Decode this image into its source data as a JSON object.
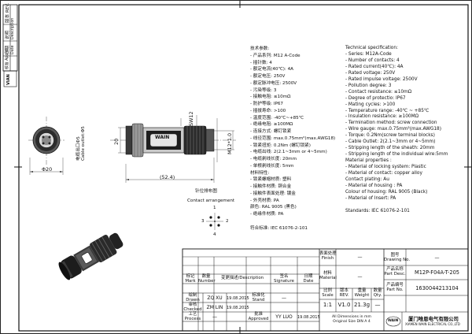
{
  "revision_strip": {
    "rev_cn": "版本",
    "rev_en": "REV.",
    "desc_cn": "说明",
    "desc_en": "Description",
    "date_cn": "日期",
    "date_en": "Date",
    "app_cn": "核准",
    "app_en": "App'd",
    "logo_text": "VIAN"
  },
  "drawing": {
    "cable_outlet_cn": "电缆出口Ф5",
    "cable_outlet_en": "Cable outlet:Φ5",
    "dim_diameter": "Φ20",
    "dim_length": "(52.4)",
    "dim_sw": "SW12",
    "dim_thread": "M12*1.0",
    "dim_20": "20",
    "brand_mark": "WAIN",
    "contact_cn": "针位排布图",
    "contact_en": "Contact arrangement",
    "pins": [
      "1",
      "2",
      "3",
      "4"
    ]
  },
  "spec_cn": [
    "技术参数:",
    "- 产品系列: M12 A-Code",
    "- 插针数: 4",
    "- 额定电流(40℃): 4A",
    "- 额定电压: 250V",
    "- 额定脉冲电压: 2500V",
    "- 污染等级: 3",
    "- 接触电阻: ≤10mΩ",
    "- 防护等级: IP67",
    "- 插拔寿命: >100",
    "- 温度范围: -40℃~+85℃",
    "- 绝缘电阻: ≥100MΩ",
    "- 连接方式: 螺钉锁紧",
    "- 线径范围: max.0.75mm²(max.AWG18)",
    "- 锁紧扭矩: 0.2Nm (螺钉锁紧)",
    "- 电缆出线: 2(2.1~3mm or 4~5mm)",
    "- 电缆剥线长度: 20mm",
    "- 单根剥线长度: 5mm",
    "材料特性:",
    "- 锁紧螺帽材质: 塑料",
    "- 接触件材质: 铜合金",
    "- 接触件表面处理: 镀金",
    "- 外壳材质: PA",
    "  颜色: RAL 9005 (黑色)",
    "- 绝缘件材质: PA",
    "",
    "符合标准: IEC 61076-2-101"
  ],
  "spec_en": [
    "Technical specification:",
    "- Series: M12A-Code",
    "- Number of contacts:  4",
    "- Rated current(40℃):   4A",
    "- Rated voltage:            250V",
    "- Rated impulse voltage: 2500V",
    "- Pollution degree: 3",
    "- Contact resistance: ≤10mΩ",
    "- Degree of protectio: IP67",
    "- Mating cycles: >100",
    "- Temperature range: -40℃ ~ +85℃",
    "- Insulation resistance: ≥100MΩ",
    "- Termination method: screw connection",
    "- Wire gauge: max.0.75mm²(max.AWG18)",
    "- Torque: 0.2Nm(screw terminal blocks)",
    "- Cable Outlet: 2(2.1~3mm or 4~5mm)",
    "- Stripping length of the sheath: 20mm",
    "- Stripping length of the individual wire:5mm",
    "Material properties :",
    "- Material of locking system: Plastic",
    "- Material of contact: copper alloy",
    "  Contact plating: Au",
    "- Material of housing : PA",
    "  Colour of housing: RAL 9005 (Black)",
    "- Material of Insert: PA",
    "",
    "Standards: IEC 61076-2-101"
  ],
  "title_block": {
    "finish_cn": "表面处理",
    "finish_en": "Finish",
    "finish_val": "—",
    "material_cn": "材料",
    "material_en": "Material",
    "material_val": "—",
    "scale_cn": "比例",
    "scale_en": "Scale",
    "scale_val": "1:1",
    "version_cn": "版本",
    "version_en": "REV.",
    "version_val": "V1.0",
    "weight_cn": "重量",
    "weight_en": "Weight",
    "weight_val": "21.3g",
    "qty_cn": "数量",
    "qty_en": "Qty.",
    "qty_val": "—",
    "drawing_no_cn": "图号",
    "drawing_no_en": "Drawing No.",
    "drawing_no_val": "—",
    "part_desc_cn": "产品名称",
    "part_desc_en": "Part Desc.",
    "part_desc_val": "M12P-F04A-T-205",
    "part_no_cn": "产品编号",
    "part_no_en": "Part No.",
    "part_no_val": "1630044213104",
    "dims_line1": "All Dimensions in mm",
    "dims_line2": "Original Size DIN A 4",
    "company_cn": "厦门唯恩电气有限公司",
    "company_en": "XIAMEN WAIN ELECTRICAL CO.,LTD",
    "logo": "WAIN",
    "header_mark_cn": "标记",
    "header_mark_en": "Mark",
    "header_num_cn": "数量",
    "header_num_en": "Number",
    "header_chg_cn": "变更描述",
    "header_chg_en": "Description",
    "header_sig_cn": "签名",
    "header_sig_en": "Signature",
    "header_date_cn": "日期",
    "header_date_en": "Date",
    "rows": [
      {
        "role_cn": "绘制",
        "role_en": "Drawn",
        "name": "ZQ XU",
        "date": "19.08.2015",
        "std_cn": "标准化",
        "std_en": "Stand",
        "std_val": "—"
      },
      {
        "role_cn": "审核",
        "role_en": "Checked",
        "name": "ZM LIN",
        "date": "19.08.2015",
        "std_cn": "",
        "std_en": "",
        "std_val": ""
      },
      {
        "role_cn": "工艺",
        "role_en": "Process",
        "name": "—",
        "date": "",
        "std_cn": "批准",
        "std_en": "Approved",
        "std_val": "YY LUO",
        "std_date": "19.08.2015"
      }
    ]
  }
}
